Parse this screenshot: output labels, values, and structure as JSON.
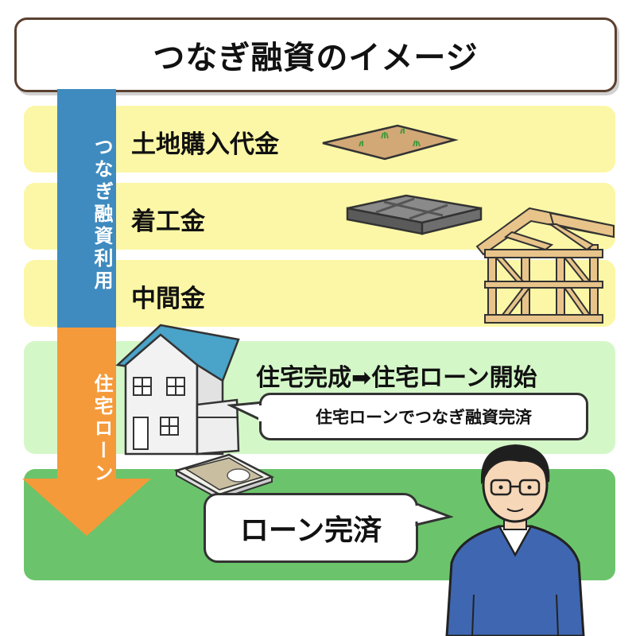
{
  "title": "つなぎ融資のイメージ",
  "arrow": {
    "upper_label": "つなぎ融資利用",
    "lower_label": "住宅ローン",
    "upper_color": "#3f8bbf",
    "lower_color": "#f59a3a"
  },
  "rows": [
    {
      "label": "土地購入代金"
    },
    {
      "label": "着工金"
    },
    {
      "label": "中間金"
    }
  ],
  "completion": {
    "heading": "住宅完成➡住宅ローン開始",
    "bubble": "住宅ローンでつなぎ融資完済"
  },
  "final": {
    "bubble": "ローン完済"
  },
  "colors": {
    "yellow_band": "#fbf7a6",
    "mint_band": "#d4f7c8",
    "green_band": "#6bc46b",
    "frame_wood": "#e8c48a",
    "roof_blue": "#4aa3c8",
    "sweater_blue": "#3f66b0"
  },
  "icons": [
    "land-plot-icon",
    "foundation-icon",
    "house-frame-icon",
    "house-icon",
    "cash-bundle-icon",
    "man-icon"
  ]
}
